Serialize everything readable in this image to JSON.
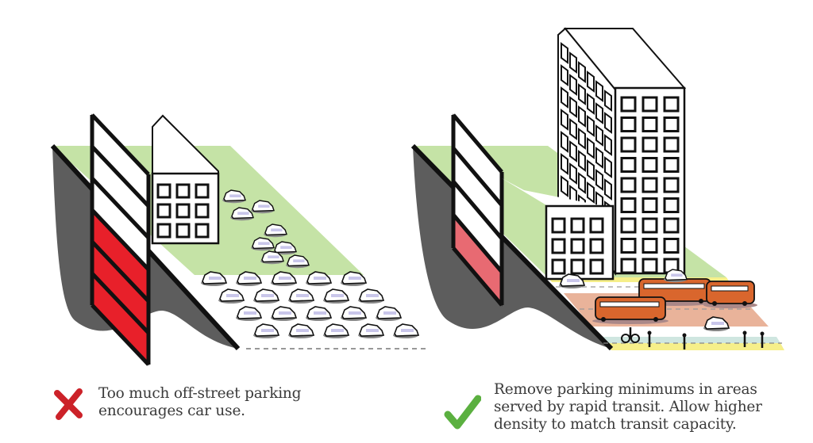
{
  "panels": [
    {
      "id": "left",
      "verdict": "bad",
      "verdict_icon": "cross-icon",
      "verdict_color": "#cc2229",
      "caption_lines": [
        "Too much off-street parking",
        "encourages car use."
      ],
      "parking_levels_total": 6,
      "parking_levels_highlighted": 3,
      "highlight_color": "#e8202a",
      "building_windows": {
        "rows": 3,
        "cols": 3
      },
      "surface_parking_rows": 4,
      "surface_parking_cols": 5,
      "queued_cars": 8
    },
    {
      "id": "right",
      "verdict": "good",
      "verdict_icon": "checkmark-icon",
      "verdict_color": "#5bb040",
      "caption_lines": [
        "Remove parking minimums in areas",
        "served by rapid transit. Allow higher",
        "density to match transit capacity."
      ],
      "parking_levels_total": 4,
      "parking_levels_highlighted": 1,
      "highlight_color": "#e86a72",
      "building_windows": {
        "rows": 3,
        "cols": 3
      },
      "tower_windows": {
        "rows": 9,
        "cols": 3
      },
      "buses": 3,
      "cars": 3,
      "pedestrians": 4,
      "cyclists": 1
    }
  ],
  "colors": {
    "ground": "#c5e3a6",
    "cliff": "#5d5d5d",
    "outline": "#111111",
    "road": "#ffffff",
    "bus_lane": "#e9b39a",
    "bus": "#d9662d",
    "bike_lane": "#cfe6e0",
    "sidewalk": "#f6ef8a",
    "car_glass": "#c9c6ea"
  }
}
